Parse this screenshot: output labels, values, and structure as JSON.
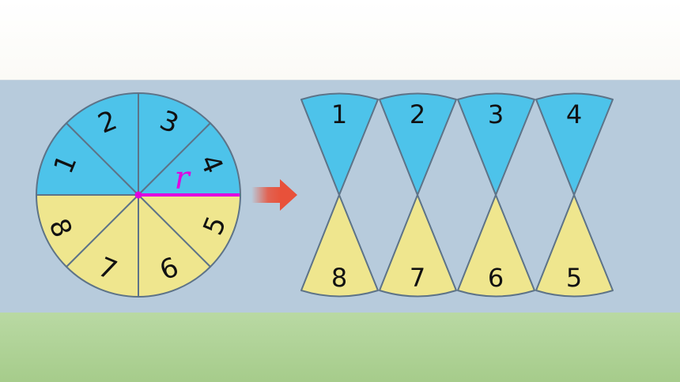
{
  "circle": {
    "sector_labels": [
      "1",
      "2",
      "3",
      "4",
      "5",
      "6",
      "7",
      "8"
    ],
    "radius_label": "r"
  },
  "rearranged": {
    "top_labels": [
      "1",
      "2",
      "3",
      "4"
    ],
    "bottom_labels": [
      "8",
      "7",
      "6",
      "5"
    ]
  },
  "colors": {
    "upper_half": "#4dc3ea",
    "lower_half": "#efe68e",
    "outline": "#5d7388",
    "radius": "#e000e0",
    "arrow": "#e8513a",
    "middle_band": "#b7cbdc",
    "bottom_band": "#aed296"
  },
  "icons": {
    "transform_arrow": "arrow-right-icon"
  }
}
